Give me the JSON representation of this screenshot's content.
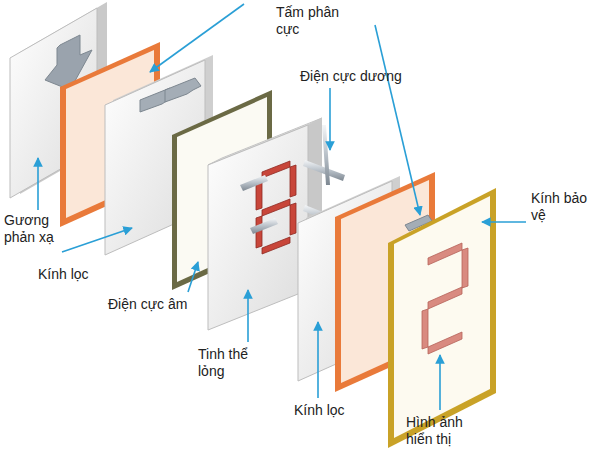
{
  "diagram": {
    "labels": [
      "Tấm phân cực",
      "Điện cực dương",
      "Kính bảo vệ",
      "Gương phản xạ",
      "Kính lọc",
      "Điện cực âm",
      "Tinh thể lỏng",
      "Kính lọc",
      "Hình ảnh hiển thị"
    ]
  }
}
